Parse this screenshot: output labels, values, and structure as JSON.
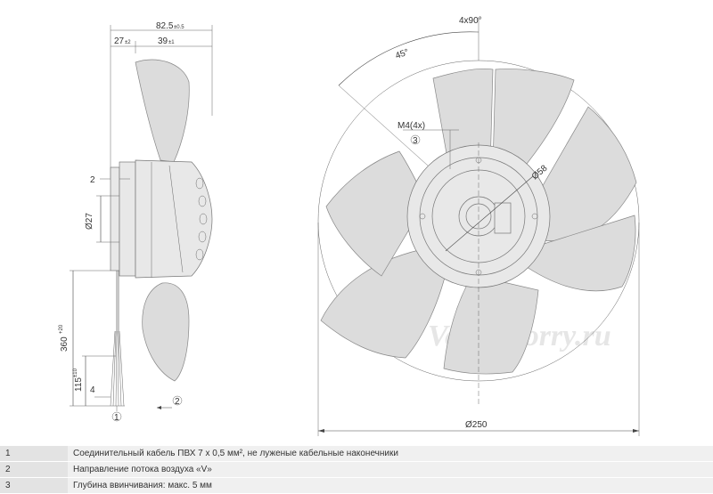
{
  "dimensions": {
    "overall_depth": "82.5",
    "overall_depth_tol": "±0.5",
    "front_depth": "27",
    "front_depth_tol": "±2",
    "rear_depth": "39",
    "rear_depth_tol": "±1",
    "offset": "2",
    "hub_diameter": "Ø27",
    "cable_length": "360",
    "cable_length_tol": "+20",
    "strip_length": "115",
    "strip_length_tol": "±10",
    "end_strip": "4",
    "mounting_angle": "4x90°",
    "angle": "45°",
    "thread": "M4(4x)",
    "bolt_circle": "Ø58",
    "fan_diameter": "Ø250"
  },
  "callouts": [
    "1",
    "2",
    "3"
  ],
  "watermark": "Ventilatorry.ru",
  "legend": [
    {
      "num": "1",
      "text": "Соединительный кабель ПВХ 7 x 0,5 мм², не луженые кабельные наконечники"
    },
    {
      "num": "2",
      "text": "Направление потока воздуха «V»"
    },
    {
      "num": "3",
      "text": "Глубина ввинчивания: макс. 5 мм"
    }
  ]
}
